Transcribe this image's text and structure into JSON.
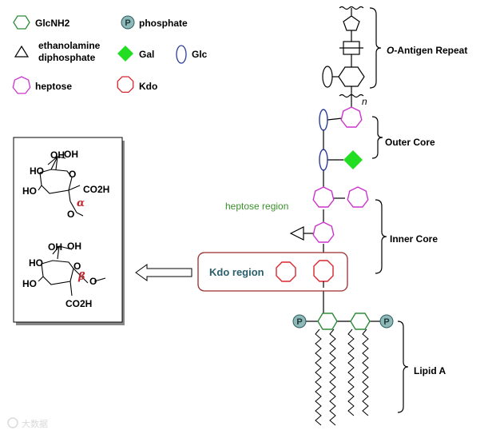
{
  "legend": {
    "glcnh2": "GlcNH2",
    "phosphate": "phosphate",
    "phosphate_symbol": "P",
    "ethanolamine_line1": "ethanolamine",
    "ethanolamine_line2": "diphosphate",
    "gal": "Gal",
    "glc": "Glc",
    "heptose": "heptose",
    "kdo": "Kdo"
  },
  "regions": {
    "o_antigen_italic": "O",
    "o_antigen_rest": "-Antigen Repeat",
    "repeat_n": "n",
    "outer_core": "Outer Core",
    "inner_core": "Inner Core",
    "lipid_a": "Lipid A",
    "heptose_region": "heptose region",
    "kdo_region": "Kdo region"
  },
  "structures": {
    "alpha_oh_top": "OH",
    "alpha_oh2": "OH",
    "alpha_ho_left": "HO",
    "alpha_ho_bottom": "HO",
    "alpha_o_ring": "O",
    "alpha_co2h": "CO2H",
    "alpha_o_link": "O",
    "alpha_symbol": "α",
    "beta_oh_top": "OH",
    "beta_oh2": "OH",
    "beta_ho_left": "HO",
    "beta_ho_bottom": "HO",
    "beta_o_ring": "O",
    "beta_o_link": "O",
    "beta_co2h": "CO2H",
    "beta_symbol": "β"
  },
  "watermark": "大数据",
  "colors": {
    "glcnh2": "#2e8b3a",
    "heptose": "#cc33cc",
    "kdo": "#d9262e",
    "gal": "#22dd22",
    "glc": "#2b3c9b",
    "phosphate_fill": "#8fb8b8",
    "kdo_box": "#9b2b2b",
    "heptose_region_text": "#3a8f2a",
    "kdo_region_text": "#2a5f6b"
  }
}
